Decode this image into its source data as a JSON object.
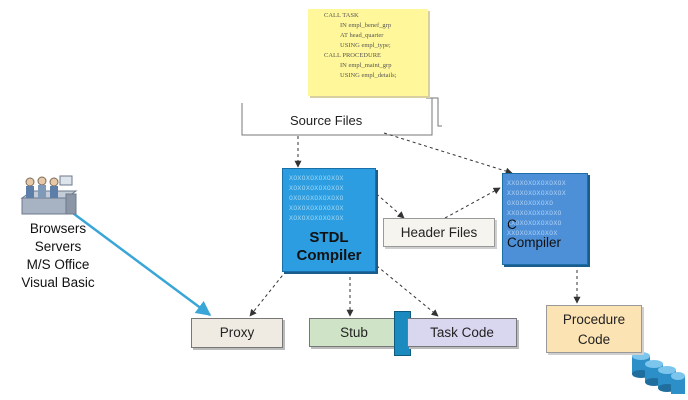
{
  "source_note": {
    "lines": [
      "CALL TASK",
      "IN empl_benef_grp",
      "AT head_quarter",
      "USING empl_type;",
      "CALL PROCEDURE",
      "IN empl_maint_grp",
      "USING empl_details;"
    ]
  },
  "labels": {
    "source_files": "Source Files",
    "header_files": "Header Files",
    "stdl_line1": "STDL",
    "stdl_line2": "Compiler",
    "c_line1": "C",
    "c_line2": "Compiler",
    "clients": [
      "Browsers",
      "Servers",
      "M/S Office",
      "Visual Basic"
    ],
    "proxy": "Proxy",
    "stub": "Stub",
    "task_code": "Task Code",
    "procedure_line1": "Procedure",
    "procedure_line2": "Code"
  },
  "code_texture": {
    "stdl": [
      "XOXOXOXOXOXOX",
      "XOXOXOXOXOXOX",
      "OXOXOXOXOXOXO",
      "XOXOXOXOXOXOX",
      "XOXOXOXOXOXOX"
    ],
    "c": [
      "XXOXOXOXOXOXOX",
      "XXOXOXOXOXOXOX",
      "OXOXOXOXOXO",
      "XXOXOXOXOXOXO",
      "XXOXOXOXOXOXO",
      "XXOXOXOXOXOX"
    ]
  },
  "colors": {
    "note": "#fff79a",
    "stdl_box": "#2b9de0",
    "c_box": "#4e90d8",
    "arrow_blue": "#3aa6d8",
    "proxy": "#efebe2",
    "stub": "#cfe3c6",
    "task_code": "#d9d6ef",
    "procedure": "#fbe3b3"
  },
  "icons": {
    "people": "people-at-computers-icon",
    "database": "database-stack-icon"
  }
}
